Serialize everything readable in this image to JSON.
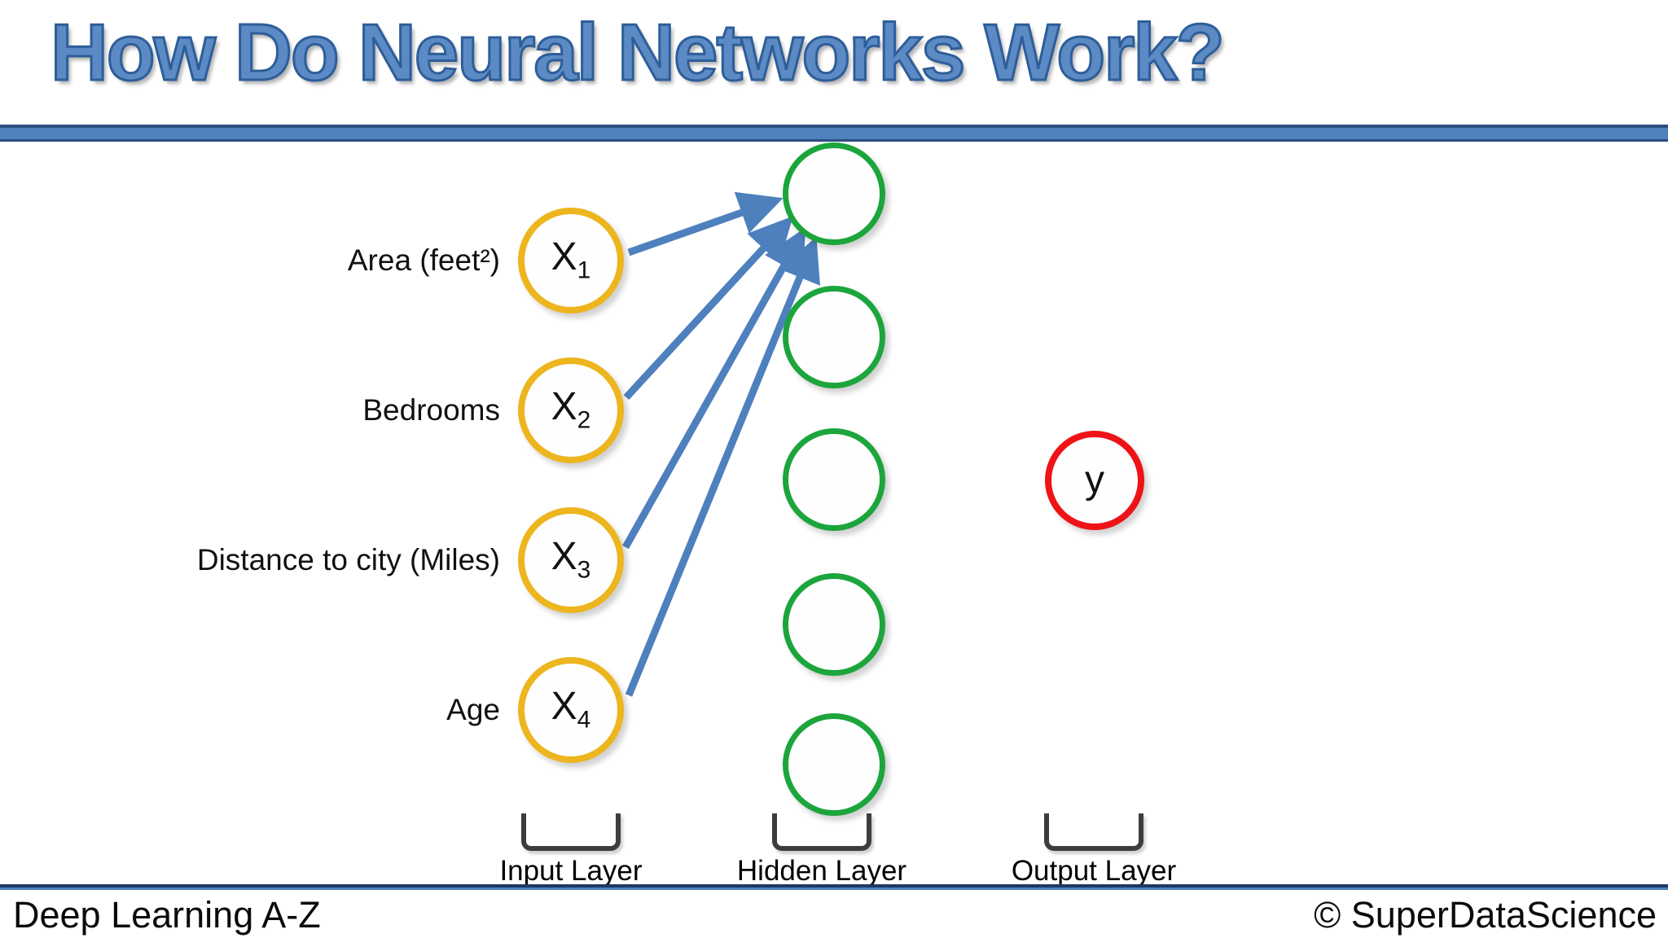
{
  "title": "How Do Neural Networks Work?",
  "footer": {
    "left": "Deep Learning A-Z",
    "right": "© SuperDataScience"
  },
  "colors": {
    "title_blue": "#5b8ac5",
    "title_outline": "#2e5e99",
    "rule_blue": "#4f81bd",
    "rule_edge": "#2b4f7e",
    "input_neuron_stroke": "#edb51e",
    "hidden_neuron_stroke": "#1ca53c",
    "output_neuron_stroke": "#ee1317",
    "arrow_blue": "#4e80be",
    "bracket_gray": "#3d3d3d",
    "footer_rule_navy": "#1f3864"
  },
  "network": {
    "input_layer": {
      "label": "Input Layer",
      "neurons": [
        {
          "label": "Area (feet²)",
          "symbol": "X",
          "subscript": "1"
        },
        {
          "label": "Bedrooms",
          "symbol": "X",
          "subscript": "2"
        },
        {
          "label": "Distance to city (Miles)",
          "symbol": "X",
          "subscript": "3"
        },
        {
          "label": "Age",
          "symbol": "X",
          "subscript": "4"
        }
      ]
    },
    "hidden_layer": {
      "label": "Hidden Layer",
      "neuron_count": 5
    },
    "output_layer": {
      "label": "Output Layer",
      "neurons": [
        {
          "symbol": "y"
        }
      ]
    },
    "connections": [
      {
        "from": "X1",
        "to": "hidden-1"
      },
      {
        "from": "X2",
        "to": "hidden-1"
      },
      {
        "from": "X3",
        "to": "hidden-1"
      },
      {
        "from": "X4",
        "to": "hidden-1"
      }
    ]
  }
}
